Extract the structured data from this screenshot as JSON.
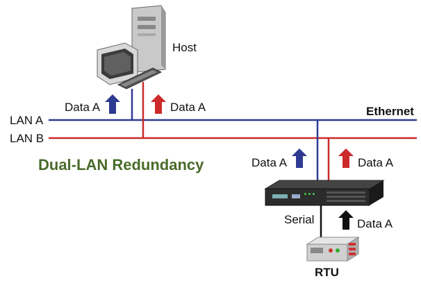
{
  "colors": {
    "lan_a": "#2f3a92",
    "lan_b": "#cc2a2a",
    "arrow_blue": "#2f3a92",
    "arrow_red": "#cc2a2a",
    "arrow_black": "#111111",
    "title": "#4a6b2a"
  },
  "labels": {
    "host": "Host",
    "lan_a": "LAN A",
    "lan_b": "LAN B",
    "ethernet": "Ethernet",
    "title": "Dual-LAN Redundancy",
    "serial": "Serial",
    "rtu": "RTU",
    "host_data_blue": "Data A",
    "host_data_red": "Data A",
    "device_data_blue": "Data A",
    "device_data_red": "Data A",
    "serial_data": "Data A"
  },
  "icons": {
    "host": "desktop-computer-icon",
    "device": "serial-device-server-icon",
    "rtu": "rtu-unit-icon",
    "arrow": "up-arrow-icon"
  }
}
